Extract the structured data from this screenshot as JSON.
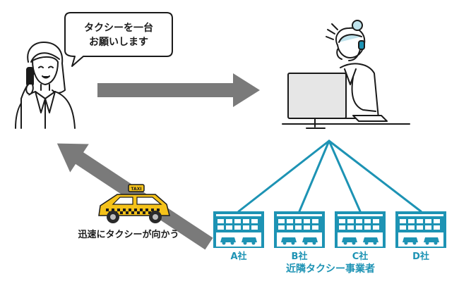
{
  "speech_bubble": {
    "line1": "タクシーを一台",
    "line2": "お願いします"
  },
  "taxi": {
    "roof_sign": "TAXI",
    "caption": "迅速にタクシーが向かう"
  },
  "companies": [
    {
      "label": "A社"
    },
    {
      "label": "B社"
    },
    {
      "label": "C社"
    },
    {
      "label": "D社"
    }
  ],
  "companies_caption": "近隣タクシー事業者",
  "colors": {
    "arrow": "#7a7a7a",
    "network": "#1d93b4",
    "building": "#1d93b4",
    "taxi": "#f5c21a"
  }
}
